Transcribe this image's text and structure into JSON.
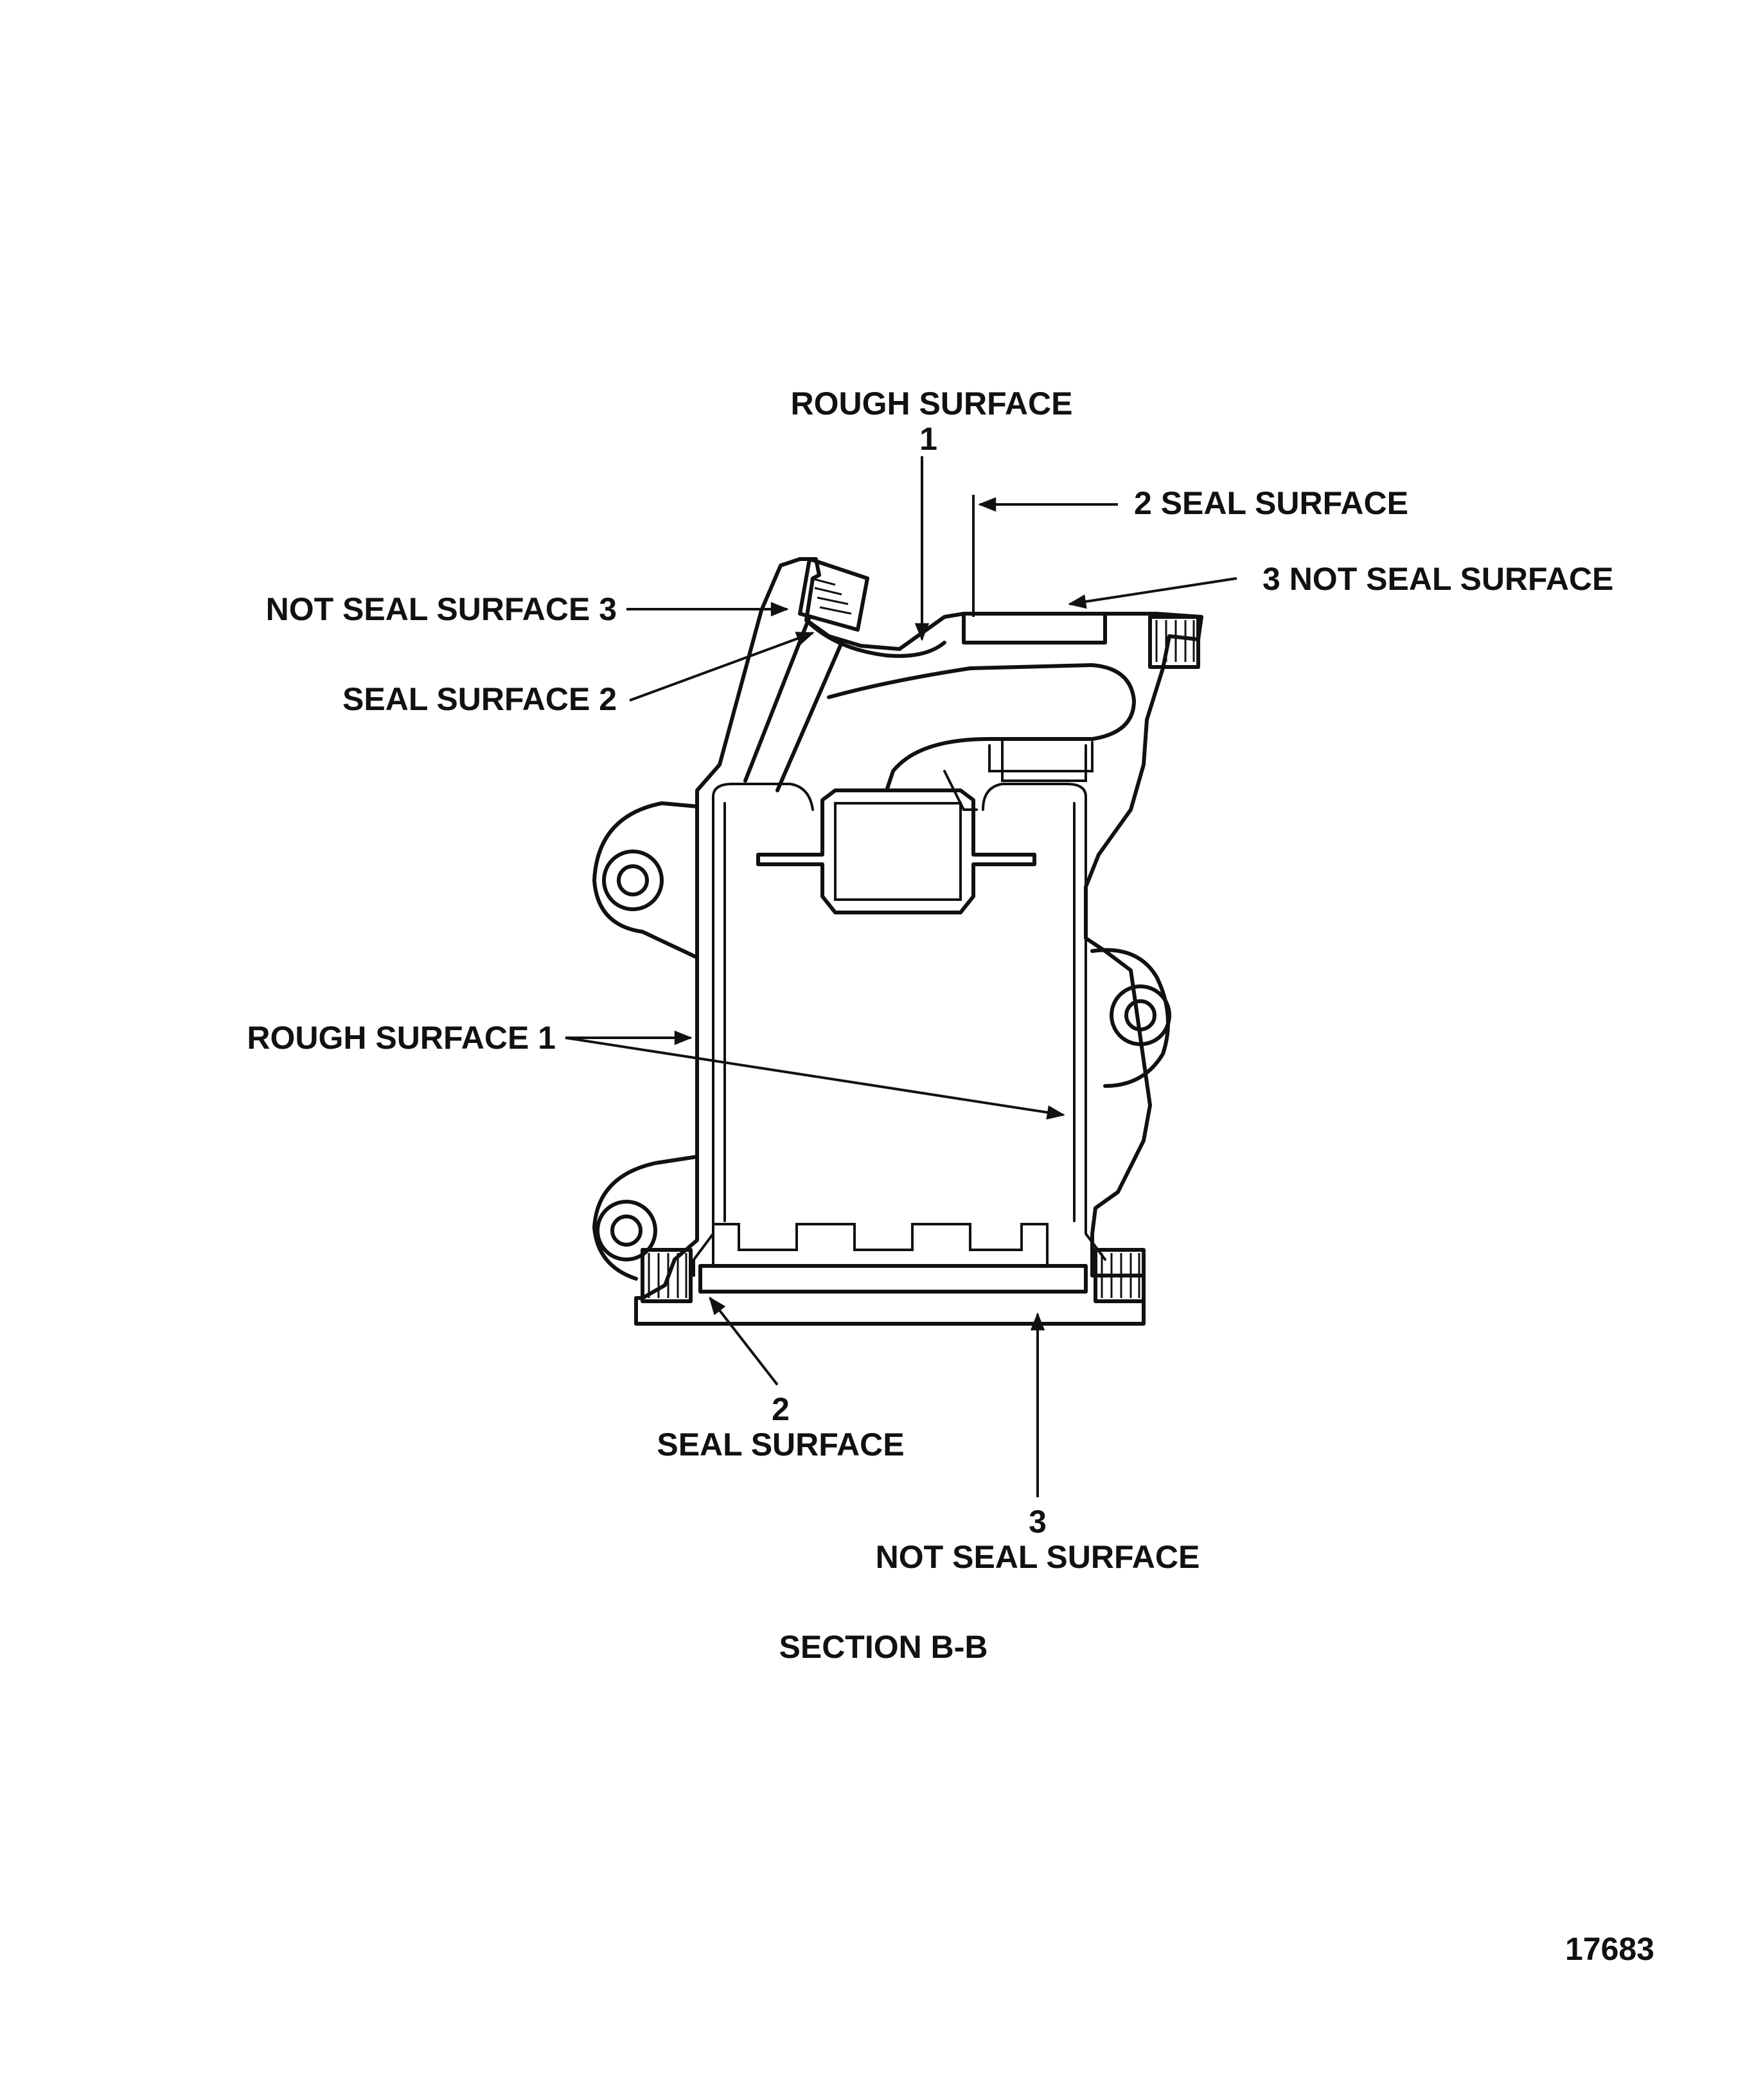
{
  "labels": {
    "rough_surface_top": "ROUGH SURFACE",
    "rough_surface_top_num": "1",
    "seal_surface_top_right": "2 SEAL SURFACE",
    "not_seal_surface_top_right": "3 NOT SEAL SURFACE",
    "not_seal_surface_left": "NOT SEAL SURFACE 3",
    "seal_surface_left": "SEAL SURFACE 2",
    "rough_surface_side": "ROUGH SURFACE 1",
    "seal_surface_bottom_num": "2",
    "seal_surface_bottom": "SEAL SURFACE",
    "not_seal_surface_bottom_num": "3",
    "not_seal_surface_bottom": "NOT SEAL SURFACE",
    "section_title": "SECTION B-B",
    "figure_number": "17683"
  }
}
